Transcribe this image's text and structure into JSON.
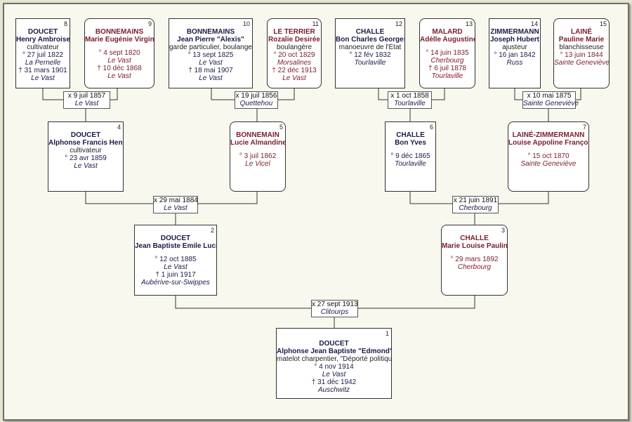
{
  "persons": [
    {
      "num": "1",
      "surname": "DOUCET",
      "given": "Alphonse Jean Baptiste \"Edmond\"",
      "occupation": "matelot charpentier, \"Déporté politique\"",
      "birth": "° 4 nov 1914",
      "birth_place": "Le Vast",
      "death": "† 31 déc 1942",
      "death_place": "Auschwitz",
      "sex": "M"
    },
    {
      "num": "2",
      "surname": "DOUCET",
      "given": "Jean Baptiste Emile Lucien",
      "occupation": "",
      "birth": "° 12 oct 1885",
      "birth_place": "Le Vast",
      "death": "† 1 juin 1917",
      "death_place": "Aubérive-sur-Swippes",
      "sex": "M"
    },
    {
      "num": "3",
      "surname": "CHALLE",
      "given": "Marie Louise Pauline",
      "occupation": "",
      "birth": "° 29 mars 1892",
      "birth_place": "Cherbourg",
      "death": "",
      "death_place": "",
      "sex": "F"
    },
    {
      "num": "4",
      "surname": "DOUCET",
      "given": "Alphonse Francis Henri",
      "occupation": "cultivateur",
      "birth": "° 23 avr 1859",
      "birth_place": "Le Vast",
      "death": "",
      "death_place": "",
      "sex": "M"
    },
    {
      "num": "5",
      "surname": "BONNEMAIN",
      "given": "Lucie Almandine",
      "occupation": "",
      "birth": "° 3 juil 1862",
      "birth_place": "Le Vicel",
      "death": "",
      "death_place": "",
      "sex": "F"
    },
    {
      "num": "6",
      "surname": "CHALLE",
      "given": "Bon Yves",
      "occupation": "",
      "birth": "° 9 déc 1865",
      "birth_place": "Tourlaville",
      "death": "",
      "death_place": "",
      "sex": "M"
    },
    {
      "num": "7",
      "surname": "LAINÉ-ZIMMERMANN",
      "given": "Louise Appoline Françoise",
      "occupation": "",
      "birth": "° 15 oct 1870",
      "birth_place": "Sainte Geneviève",
      "death": "",
      "death_place": "",
      "sex": "F"
    },
    {
      "num": "8",
      "surname": "DOUCET",
      "given": "Henry Ambroise",
      "occupation": "cultivateur",
      "birth": "° 27 juil 1822",
      "birth_place": "La Pernelle",
      "death": "† 31 mars 1901",
      "death_place": "Le Vast",
      "sex": "M"
    },
    {
      "num": "9",
      "surname": "BONNEMAINS",
      "given": "Marie Eugénie Virginie",
      "occupation": "",
      "birth": "° 4 sept 1820",
      "birth_place": "Le Vast",
      "death": "† 10 déc 1868",
      "death_place": "Le Vast",
      "sex": "F"
    },
    {
      "num": "10",
      "surname": "BONNEMAINS",
      "given": "Jean Pierre \"Alexis\"",
      "occupation": "garde particulier, boulanger",
      "birth": "° 13 sept 1825",
      "birth_place": "Le Vast",
      "death": "† 18 mai 1907",
      "death_place": "Le Vast",
      "sex": "M"
    },
    {
      "num": "11",
      "surname": "LE TERRIER",
      "given": "Rozalie Desirée",
      "occupation": "boulangère",
      "birth": "° 20 oct 1829",
      "birth_place": "Morsalines",
      "death": "† 22 déc 1913",
      "death_place": "Le Vast",
      "sex": "F"
    },
    {
      "num": "12",
      "surname": "CHALLE",
      "given": "Bon Charles Georges",
      "occupation": "manoeuvre de l'Etat",
      "birth": "° 12 fév 1832",
      "birth_place": "Tourlaville",
      "death": "",
      "death_place": "",
      "sex": "M"
    },
    {
      "num": "13",
      "surname": "MALARD",
      "given": "Adèlle Augustine",
      "occupation": "",
      "birth": "° 14 juin 1835",
      "birth_place": "Cherbourg",
      "death": "† 6 juil 1878",
      "death_place": "Tourlaville",
      "sex": "F"
    },
    {
      "num": "14",
      "surname": "ZIMMERMANN",
      "given": "Joseph Hubert",
      "occupation": "ajusteur",
      "birth": "° 16 jan 1842",
      "birth_place": "Russ",
      "death": "",
      "death_place": "",
      "sex": "M"
    },
    {
      "num": "15",
      "surname": "LAINÉ",
      "given": "Pauline Marie",
      "occupation": "blanchisseuse",
      "birth": "° 13 juin 1844",
      "birth_place": "Sainte Geneviève",
      "death": "",
      "death_place": "",
      "sex": "F"
    }
  ],
  "marriages": [
    {
      "date": "x 9 juil 1857",
      "place": "Le Vast"
    },
    {
      "date": "x 19 juil 1856",
      "place": "Quettehou"
    },
    {
      "date": "x 1 oct 1858",
      "place": "Tourlaville"
    },
    {
      "date": "x 10 mai 1875",
      "place": "Sainte Geneviève"
    },
    {
      "date": "x 29 mai 1884",
      "place": "Le Vast"
    },
    {
      "date": "x 21 juin 1891",
      "place": "Cherbourg"
    },
    {
      "date": "x 27 sept 1913",
      "place": "Clitourps"
    }
  ],
  "colors": {
    "male_text": "#1a1a4a",
    "female_text": "#7a1c2c",
    "background": "#f9f8ee",
    "frame": "#e8e4cf"
  }
}
